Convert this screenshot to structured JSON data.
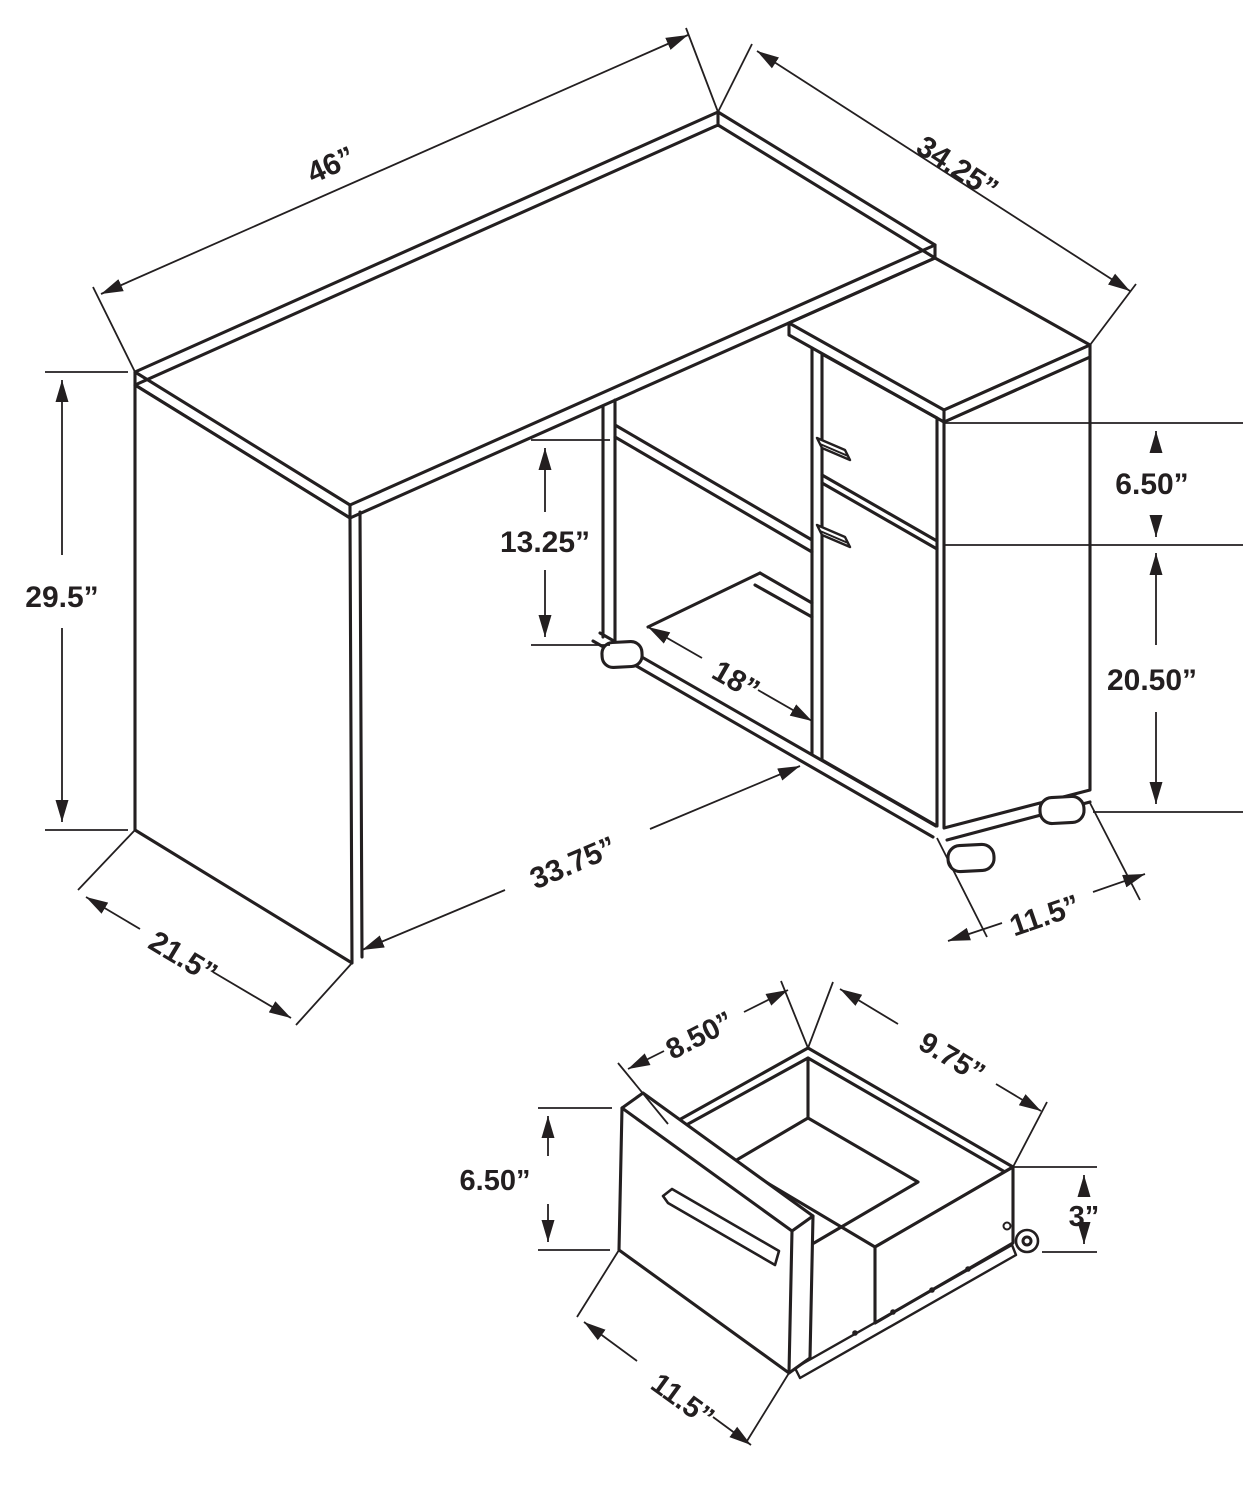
{
  "diagram": {
    "kind": "furniture-dimension-drawing",
    "views": [
      "corner-desk-isometric",
      "drawer-detail-isometric"
    ],
    "line_color": "#231f20",
    "background": "#ffffff"
  },
  "desk": {
    "top_length": "46”",
    "return_length": "34.25”",
    "height": "29.5”",
    "end_depth": "21.5”",
    "front_span": "33.75”",
    "shelf_clearance": "13.25”",
    "opening_width": "18”",
    "drawer_front_height": "6.50”",
    "door_height": "20.50”",
    "cabinet_depth": "11.5”"
  },
  "drawer": {
    "inner_width": "8.50”",
    "inner_depth": "9.75”",
    "front_panel_height": "6.50”",
    "box_side_height": "3”",
    "front_panel_width": "11.5”"
  }
}
